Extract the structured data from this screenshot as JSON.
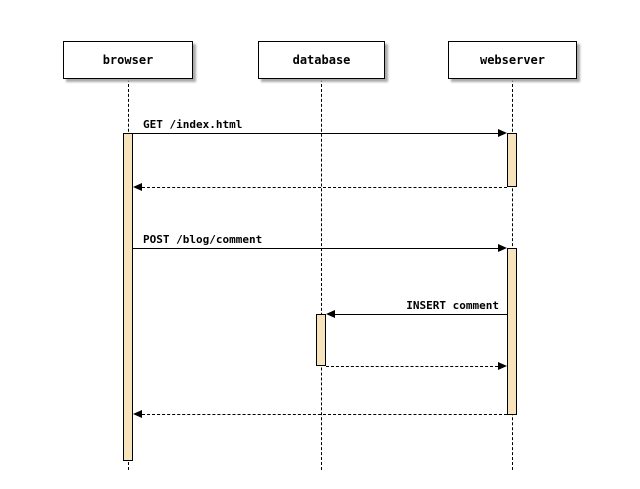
{
  "diagram": {
    "type": "sequence",
    "actors": [
      {
        "name": "browser"
      },
      {
        "name": "database"
      },
      {
        "name": "webserver"
      }
    ],
    "messages": [
      {
        "label": "GET /index.html",
        "from": "browser",
        "to": "webserver",
        "line": "solid"
      },
      {
        "label": "",
        "from": "webserver",
        "to": "browser",
        "line": "dashed"
      },
      {
        "label": "POST /blog/comment",
        "from": "browser",
        "to": "webserver",
        "line": "solid"
      },
      {
        "label": "INSERT comment",
        "from": "webserver",
        "to": "database",
        "line": "solid"
      },
      {
        "label": "",
        "from": "database",
        "to": "webserver",
        "line": "dashed"
      },
      {
        "label": "",
        "from": "webserver",
        "to": "browser",
        "line": "dashed"
      }
    ],
    "colors": {
      "activation_fill": "#f8e4bc",
      "border": "#000000",
      "shadow": "#aaaaaa",
      "background": "#ffffff"
    }
  }
}
